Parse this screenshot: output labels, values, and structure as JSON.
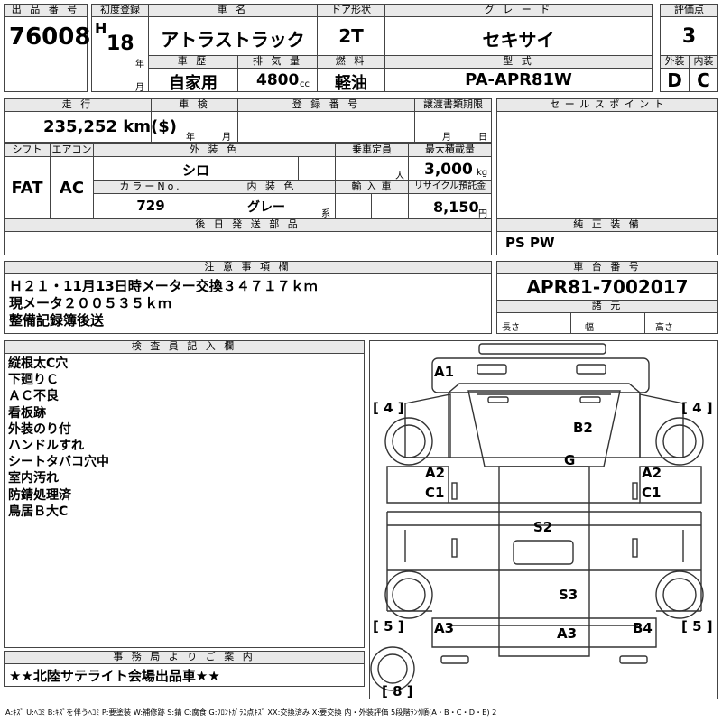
{
  "headers": {
    "lot_no": "出 品 番 号",
    "first_reg": "初度登録",
    "car_name": "車 名",
    "door": "ドア形状",
    "grade": "グ レ ー ド",
    "score": "評価点",
    "history": "車 歴",
    "displacement": "排 気 量",
    "fuel": "燃 料",
    "model": "型 式",
    "exterior": "外装",
    "interior": "内装",
    "mileage": "走 行",
    "inspection": "車 検",
    "reg_no": "登 録 番 号",
    "transfer_deadline": "譲渡書類期限",
    "sales_point": "セ ー ル ス ポ イ ン ト",
    "shift": "シフト",
    "aircon": "エアコン",
    "ext_color": "外 装 色",
    "capacity": "乗車定員",
    "max_load": "最大積載量",
    "color_no": "カラーNo.",
    "int_color": "内 装 色",
    "import": "輸 入 車",
    "recycle": "リサイクル預託金",
    "later_parts": "後 日 発 送 部 品",
    "equipment": "純 正 装 備",
    "notes": "注 意 事 項 欄",
    "chassis": "車 台 番 号",
    "dimensions": "諸 元",
    "inspector": "検 査 員 記 入 欄",
    "office": "事 務 局 よ り ご 案 内"
  },
  "vehicle": {
    "lot_no": "76008",
    "era": "H",
    "year": "18",
    "year_unit": "年",
    "month_unit": "月",
    "car_name": "アトラストラック",
    "door": "2T",
    "grade": "セキサイ",
    "score": "3",
    "history": "自家用",
    "displacement": "4800",
    "displacement_unit": "cc",
    "fuel": "軽油",
    "model": "PA-APR81W",
    "ext_score": "D",
    "int_score": "C",
    "mileage": "235,252 km($)",
    "insp_year": "年",
    "insp_month": "月",
    "transfer_month": "月",
    "transfer_day": "日",
    "shift": "FAT",
    "aircon": "AC",
    "ext_color": "シロ",
    "capacity_unit": "人",
    "max_load": "3,000",
    "max_load_unit": "kg",
    "color_no": "729",
    "int_color": "グレー",
    "int_color_unit": "系",
    "recycle": "8,150",
    "recycle_unit": "円",
    "equipment": "PS PW",
    "chassis": "APR81-7002017",
    "length": "長さ",
    "width": "幅",
    "height": "高さ"
  },
  "notes": [
    "Ｈ２１・11月13日時メーター交換３４７１７ｋｍ",
    "現メータ２００５３５ｋｍ",
    "整備記録簿後送"
  ],
  "inspector_notes": [
    "縦根太C穴",
    "下廻りＣ",
    "ＡＣ不良",
    "看板跡",
    "外装のり付",
    "ハンドルすれ",
    "シートタバコ穴中",
    "室内汚れ",
    "防錆処理済",
    "鳥居Ｂ大C"
  ],
  "office_note": "★★北陸サテライト会場出品車★★",
  "diagram_labels": {
    "a1": "A1",
    "b2": "B2",
    "g": "G",
    "a2l": "A2",
    "c1l": "C1",
    "a2r": "A2",
    "c1r": "C1",
    "s2": "S2",
    "s3": "S3",
    "a3l": "A3",
    "a3c": "A3",
    "b4": "B4",
    "br4l": "[ 4 ]",
    "br4r": "[ 4 ]",
    "br5l": "[ 5 ]",
    "br5r": "[ 5 ]",
    "br8": "[ 8 ]"
  },
  "legend": "A:ｷｽﾞ U:ﾍｺﾐ B:ｷｽﾞを伴うﾍｺﾐ P:要塗装 W:補修跡 S:錆 C:腐食 G:ﾌﾛﾝﾄｶﾞﾗｽ点ｷｽﾞ XX:交換済み X:要交換 内・外装評価 5段階ﾗﾝｸ順(A・B・C・D・E) 2"
}
